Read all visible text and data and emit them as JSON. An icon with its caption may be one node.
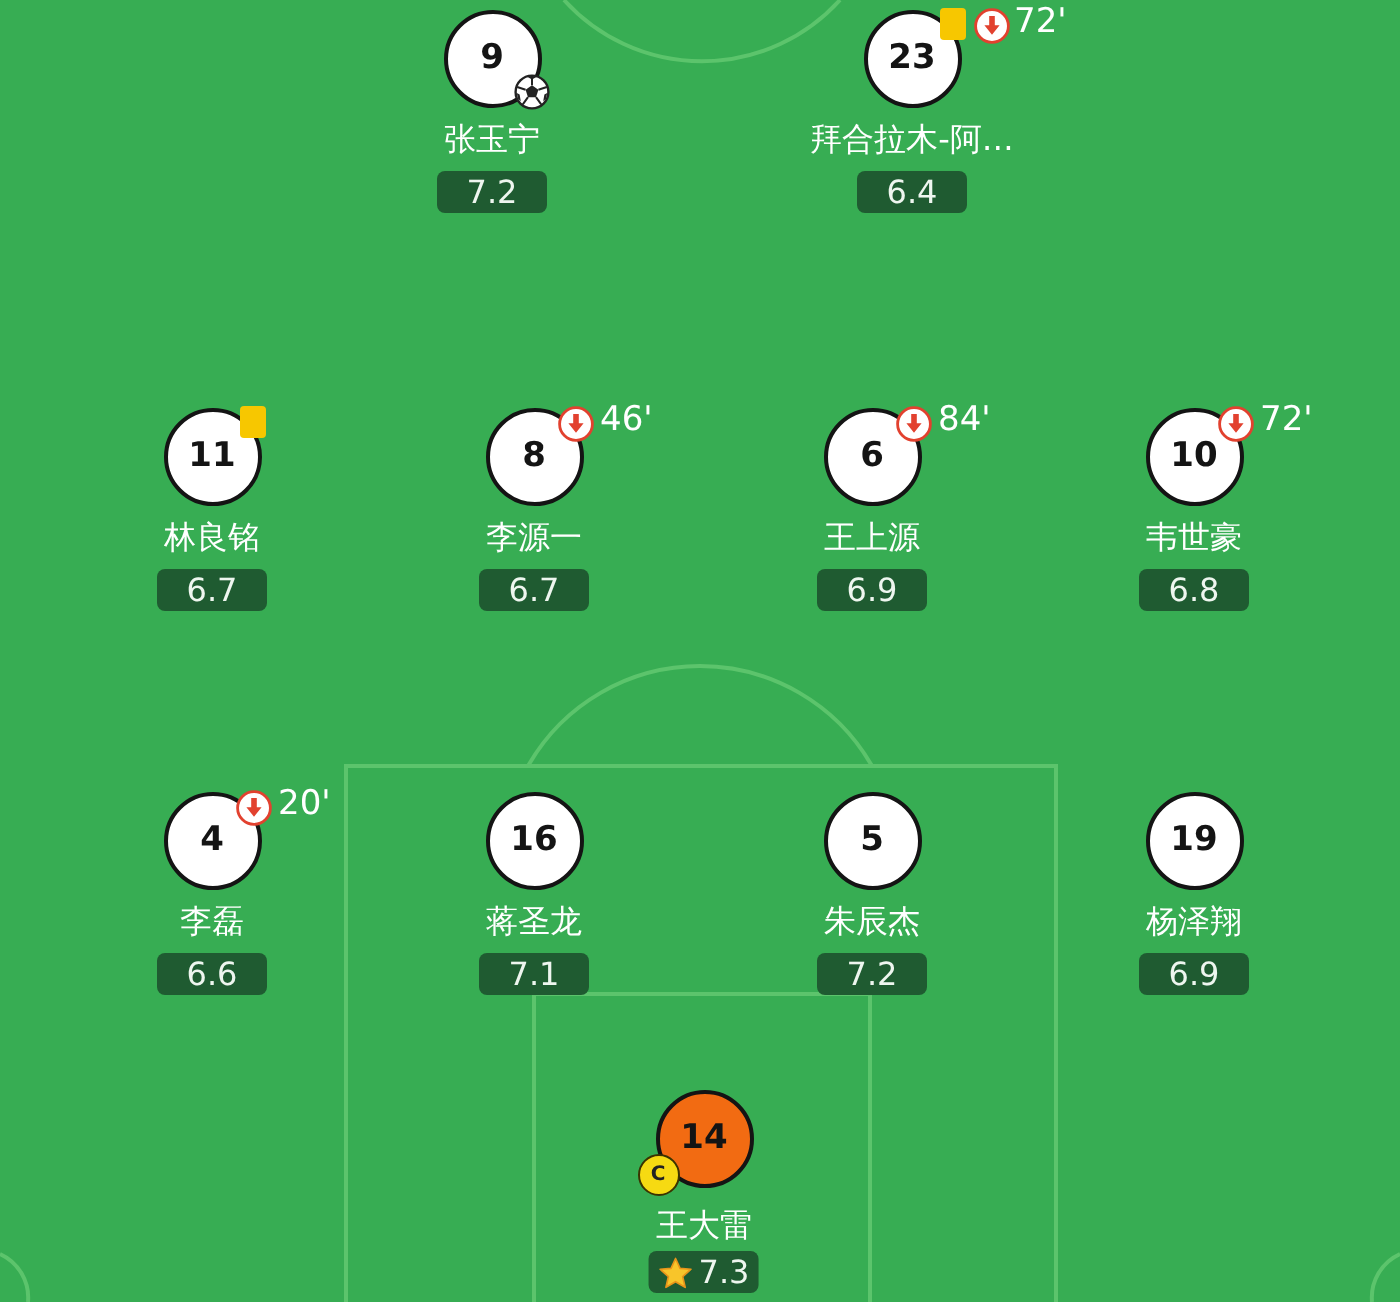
{
  "diagram": {
    "nodes": [
      {
        "text": [
          "9"
        ],
        "beside": [
          "张玉宁"
        ]
      },
      {
        "text": [
          "7.2"
        ]
      },
      {
        "text": [
          "23"
        ],
        "beside": [
          "拜合拉木-阿…",
          "72'"
        ]
      },
      {
        "text": [
          "6.4"
        ]
      },
      {
        "text": [
          "11"
        ],
        "beside": [
          "林良铭"
        ]
      },
      {
        "text": [
          "6.7"
        ]
      },
      {
        "text": [
          "8"
        ],
        "beside": [
          "李源一",
          "46'"
        ]
      },
      {
        "text": [
          "6.7"
        ]
      },
      {
        "text": [
          "6"
        ],
        "beside": [
          "王上源",
          "84'"
        ]
      },
      {
        "text": [
          "6.9"
        ]
      },
      {
        "text": [
          "10"
        ],
        "beside": [
          "韦世豪",
          "72'"
        ]
      },
      {
        "text": [
          "6.8"
        ]
      },
      {
        "text": [
          "4"
        ],
        "beside": [
          "李磊",
          "20'"
        ]
      },
      {
        "text": [
          "6.6"
        ]
      },
      {
        "text": [
          "16"
        ],
        "beside": [
          "蒋圣龙"
        ]
      },
      {
        "text": [
          "7.1"
        ]
      },
      {
        "text": [
          "5"
        ],
        "beside": [
          "朱辰杰"
        ]
      },
      {
        "text": [
          "7.2"
        ]
      },
      {
        "text": [
          "19"
        ],
        "beside": [
          "杨泽翔"
        ]
      },
      {
        "text": [
          "6.9"
        ]
      },
      {
        "text": [
          "14"
        ],
        "beside": [
          "王大雷"
        ]
      },
      {
        "text": [
          "C"
        ]
      },
      {
        "text": [
          "7.3"
        ]
      }
    ]
  }
}
